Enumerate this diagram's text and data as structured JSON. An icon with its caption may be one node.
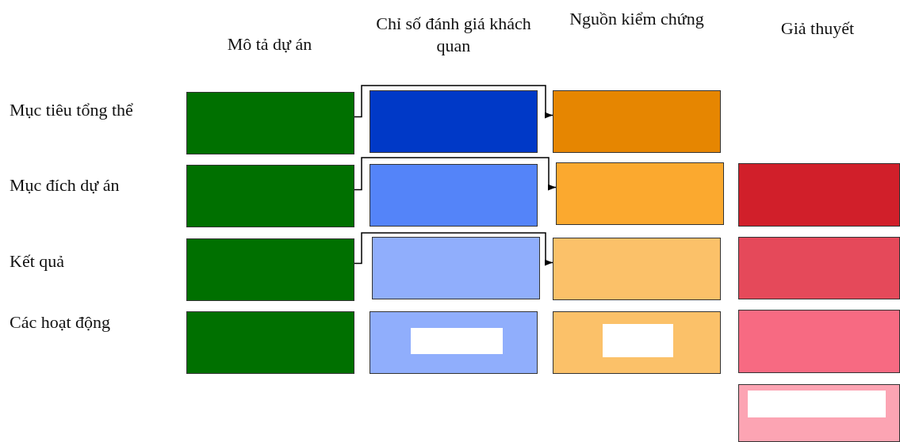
{
  "diagram": {
    "nodes": [
      {
        "text": [],
        "shape": "box"
      },
      {
        "text": [],
        "shape": "box"
      },
      {
        "text": [],
        "shape": "box"
      },
      {
        "text": [],
        "shape": "box"
      },
      {
        "text": [],
        "shape": "box"
      },
      {
        "text": [],
        "shape": "box"
      },
      {
        "text": [],
        "shape": "box"
      },
      {
        "text": [],
        "shape": "box"
      },
      {
        "text": [],
        "shape": "box"
      },
      {
        "text": [],
        "shape": "box"
      },
      {
        "text": [],
        "shape": "box"
      },
      {
        "text": [],
        "shape": "box"
      },
      {
        "text": [],
        "shape": "box"
      },
      {
        "text": [],
        "shape": "box",
        "in": 12
      },
      {
        "text": [],
        "shape": "box"
      },
      {
        "text": [],
        "shape": "box",
        "in": 14
      },
      {
        "text": [],
        "shape": "box"
      },
      {
        "text": [],
        "shape": "box"
      },
      {
        "text": [],
        "shape": "box",
        "in": 17
      }
    ],
    "edges": [
      {
        "from": 0,
        "to": 2,
        "arrow": "to"
      },
      {
        "from": 3,
        "to": 5,
        "arrow": "to"
      },
      {
        "from": 7,
        "to": 9,
        "arrow": "to"
      }
    ],
    "labels": [
      "Mô tả dự án",
      "Chỉ số đánh giá khách quan",
      "Nguồn kiểm chứng",
      "Giả thuyết",
      "Mục tiêu tổng thể",
      "Mục đích dự án",
      "Kết quả",
      "Các hoạt động"
    ]
  }
}
